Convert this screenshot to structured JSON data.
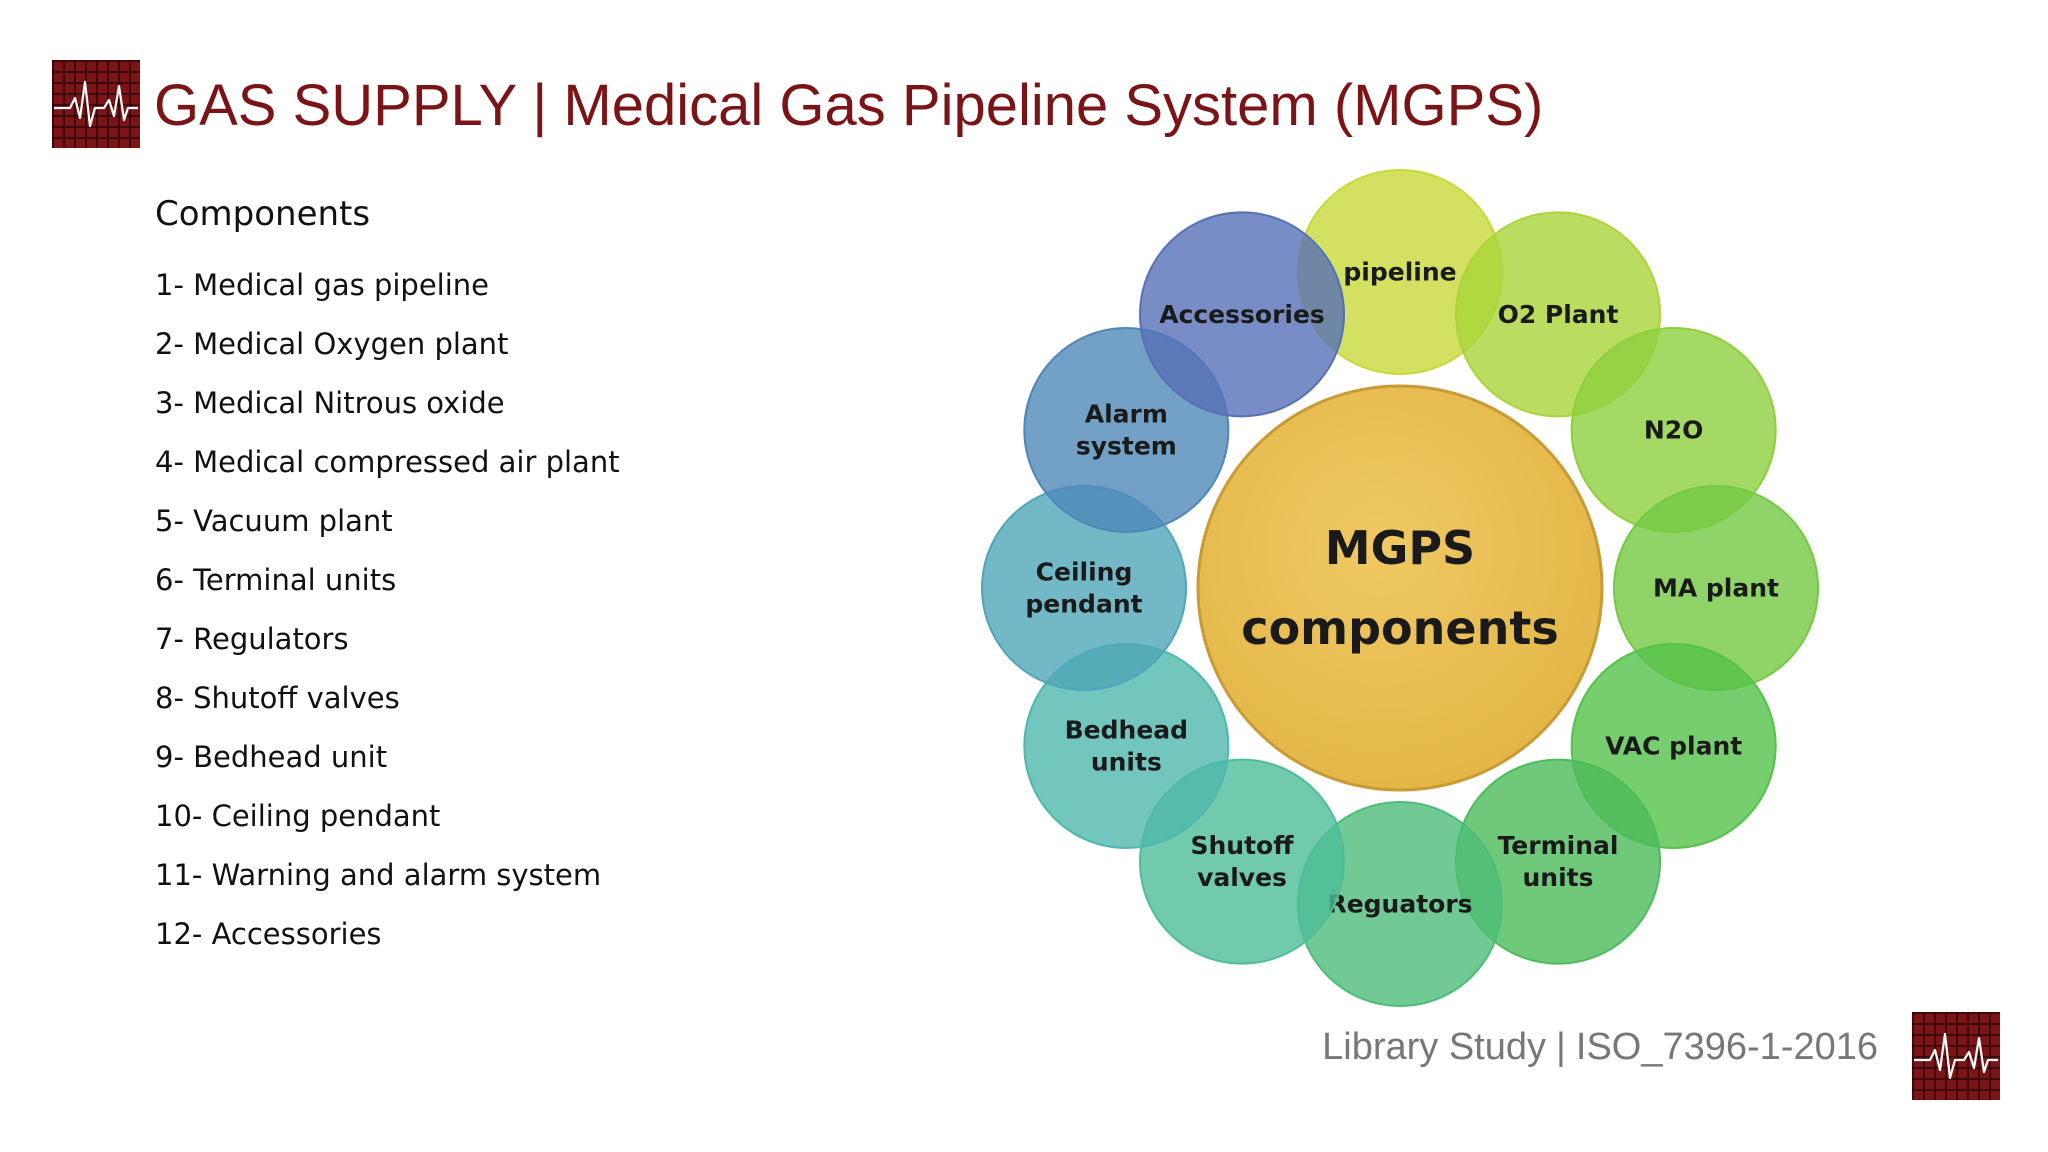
{
  "slide": {
    "title": "GAS SUPPLY | Medical Gas Pipeline System (MGPS)"
  },
  "components": {
    "heading": "Components",
    "items": [
      "1- Medical gas pipeline",
      "2- Medical Oxygen plant",
      "3- Medical Nitrous oxide",
      "4- Medical compressed air plant",
      "5- Vacuum plant",
      "6- Terminal units",
      "7- Regulators",
      "8- Shutoff valves",
      "9- Bedhead unit",
      "10- Ceiling pendant",
      "11- Warning and alarm system",
      "12- Accessories"
    ]
  },
  "diagram": {
    "center": {
      "line1": "MGPS",
      "line2": "components",
      "color": "#e2b545"
    },
    "nodes": [
      {
        "lines": [
          "pipeline"
        ],
        "color": "#c8d83a"
      },
      {
        "lines": [
          "O2 Plant"
        ],
        "color": "#a9d43a"
      },
      {
        "lines": [
          "N2O"
        ],
        "color": "#8dcf3e"
      },
      {
        "lines": [
          "MA plant"
        ],
        "color": "#74c944"
      },
      {
        "lines": [
          "VAC plant"
        ],
        "color": "#55c24a"
      },
      {
        "lines": [
          "Terminal",
          "units"
        ],
        "color": "#4cbc5a"
      },
      {
        "lines": [
          "Reguators"
        ],
        "color": "#4dbd78"
      },
      {
        "lines": [
          "Shutoff",
          "valves"
        ],
        "color": "#4ebd98"
      },
      {
        "lines": [
          "Bedhead",
          "units"
        ],
        "color": "#4fb8ac"
      },
      {
        "lines": [
          "Ceiling",
          "pendant"
        ],
        "color": "#4fa6b8"
      },
      {
        "lines": [
          "Alarm",
          "system"
        ],
        "color": "#4f88b8"
      },
      {
        "lines": [
          "Accessories"
        ],
        "color": "#5670b6"
      }
    ]
  },
  "footer": {
    "left": "Library Study",
    "separator": "|",
    "right": "ISO_7396-1-2016"
  },
  "brand": {
    "title_color": "#7a1416",
    "logo_icon": "ecg-heartbeat-icon"
  }
}
